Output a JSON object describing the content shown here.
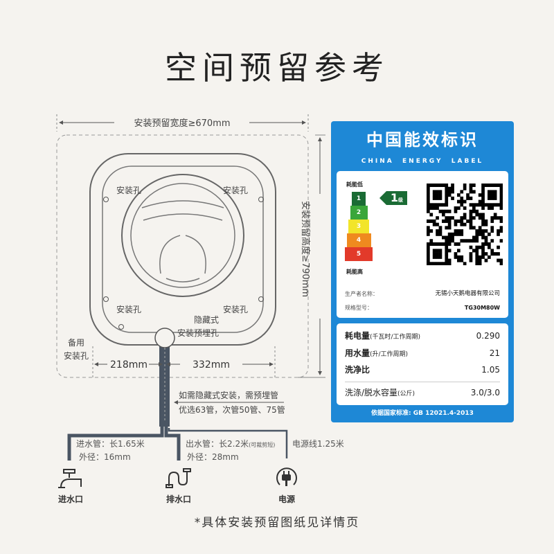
{
  "title": "空间预留参考",
  "diagram": {
    "width_label": "安装预留宽度≥670mm",
    "height_label": "安装预留高度≥790mm",
    "hole_top_left": "安装孔",
    "hole_top_right": "安装孔",
    "hole_bottom_left": "安装孔",
    "hole_bottom_right": "安装孔",
    "hidden_hole_line1": "隐藏式",
    "hidden_hole_line2": "安装预埋孔",
    "spare_hole_line1": "备用",
    "spare_hole_line2": "安装孔",
    "dim_left": "218mm",
    "dim_right": "332mm",
    "pipe_note_line1": "如需隐藏式安装，需预埋管",
    "pipe_note_line2": "优选63管，次管50管、75管",
    "inlet_line1": "进水管：长1.65米",
    "inlet_line2": "外径：16mm",
    "outlet_line1": "出水管：长2.2米",
    "outlet_note": "(可裁剪短)",
    "outlet_line2": "外径：28mm",
    "power_line": "电源线1.25米",
    "inlet_label": "进水口",
    "drain_label": "排水口",
    "power_label": "电源",
    "pipe_color": "#4a5563"
  },
  "energy_label": {
    "title_cn": "中国能效标识",
    "title_en": "CHINA  ENERGY  LABEL",
    "low": "耗能低",
    "high": "耗能高",
    "grades": [
      "1",
      "2",
      "3",
      "4",
      "5"
    ],
    "grade_colors": [
      "#1a6b34",
      "#3aa63a",
      "#f2e52a",
      "#ef8a1f",
      "#e23a2a"
    ],
    "current_grade": "1",
    "grade_suffix": "级",
    "manufacturer_label": "生产者名称：",
    "manufacturer": "无锡小天鹅电器有限公司",
    "model_label": "规格型号：",
    "model": "TG30M80W",
    "rows": [
      {
        "label": "耗电量",
        "unit": "(千瓦时/工作周期)",
        "value": "0.290"
      },
      {
        "label": "用水量",
        "unit": "(升/工作周期)",
        "value": "21"
      },
      {
        "label": "洗净比",
        "unit": "",
        "value": "1.05"
      },
      {
        "label": "洗涤/脱水容量",
        "unit": "(公斤)",
        "value": "3.0/3.0"
      }
    ],
    "standard": "依据国家标准: GB 12021.4-2013",
    "brand_color": "#1e88d6"
  },
  "footnote": "*具体安装预留图纸见详情页"
}
